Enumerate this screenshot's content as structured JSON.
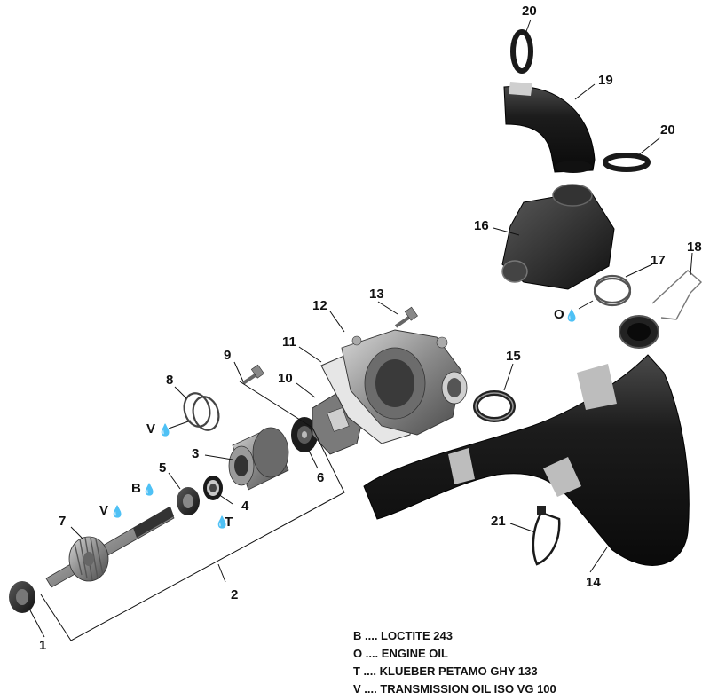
{
  "callouts": {
    "c1": "1",
    "c2": "2",
    "c3": "3",
    "c4": "4",
    "c5": "5",
    "c6": "6",
    "c7": "7",
    "c8": "8",
    "c9": "9",
    "c10": "10",
    "c11": "11",
    "c12": "12",
    "c13": "13",
    "c14": "14",
    "c15": "15",
    "c16": "16",
    "c17": "17",
    "c18": "18",
    "c19": "19",
    "c20a": "20",
    "c20b": "20",
    "c21": "21"
  },
  "lubricant_marks": {
    "v1": "V",
    "v2": "V",
    "b": "B",
    "t": "T",
    "o": "O"
  },
  "legend": [
    "B .... LOCTITE 243",
    "O .... ENGINE OIL",
    "T .... KLUEBER PETAMO GHY 133",
    "V .... TRANSMISSION OIL ISO VG 100"
  ],
  "colors": {
    "part_dark": "#1a1a1a",
    "part_mid": "#555555",
    "part_light": "#9a9a9a",
    "line": "#111111"
  }
}
